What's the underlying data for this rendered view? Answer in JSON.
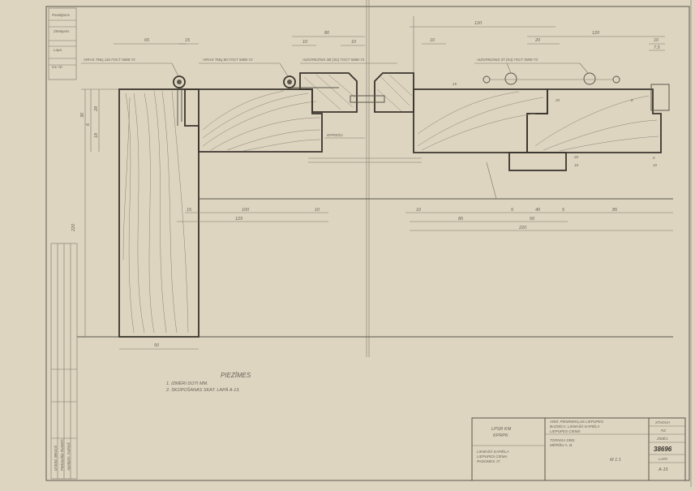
{
  "sheet": {
    "left_stamp": [
      "Pasūtījums",
      "Zīmējums",
      "Lapa",
      "Inv. Nr."
    ],
    "left_signatures": [
      "Izstrād. Bērziņš",
      "Pārbaudīja Rudzītis",
      "Apstiprin. Kalniņš"
    ]
  },
  "callouts": {
    "hinge_left": "VIRAS TMЦ 110 ГОСТ 5088-72",
    "hinge_mid": "VIRAS TMЦ 80 ГОСТ 5088-72",
    "weatherstrip": "AIZGRIEZNIS ЗВ (ЗС) ГОСТ 5088-73",
    "handle": "AIZGRIEZNIS ЗТ (Кл) ГОСТ 5090-73",
    "glass_label": "IEPREŽU"
  },
  "dimensions": {
    "top": [
      "65",
      "15",
      "80",
      "10",
      "10",
      "120",
      "10",
      "20",
      "120",
      "10",
      "7,5"
    ],
    "left_vertical": [
      "30",
      "28",
      "6",
      "18",
      "220"
    ],
    "mid_row1": [
      "15",
      "100",
      "10",
      "10",
      "5",
      "40",
      "5",
      "85"
    ],
    "mid_row2": [
      "125",
      "85",
      "50"
    ],
    "mid_row3": [
      "220"
    ],
    "bottom": "50",
    "small": [
      "15",
      "20",
      "8",
      "20",
      "16",
      "5",
      "10"
    ]
  },
  "notes": {
    "title": "PIEZĪMES",
    "items": [
      "1. IZMĒRI DOTI MM.",
      "2. SKOPOŠANAS SKAT. LAPĀ A-13."
    ]
  },
  "title_block": {
    "org": [
      "LPSR KM",
      "KPRPK"
    ],
    "description": [
      "ARM. PIEMINEKĻUS LIEPUPES",
      "BAZNĪCA. LIKMAŠĀ KAPIĒLA",
      "LIEPUPES CIEMS"
    ],
    "subtitle": [
      "LIKMAŠĀ KAPIĒLA",
      "LIEPUPES CIEMA",
      "PADOMES JT."
    ],
    "date_author": [
      "TORNIJA 1983.",
      "MĒRĪŠU A. B."
    ],
    "scale": "M 1:1",
    "fields": {
      "stadija_label": "STADIJA",
      "stadija_value": "RZ",
      "zimejums_label": "ZĪMĒJ.",
      "zimejums_value": "38696",
      "lapa_label": "LAPA",
      "lapa_value": "A-15"
    }
  }
}
